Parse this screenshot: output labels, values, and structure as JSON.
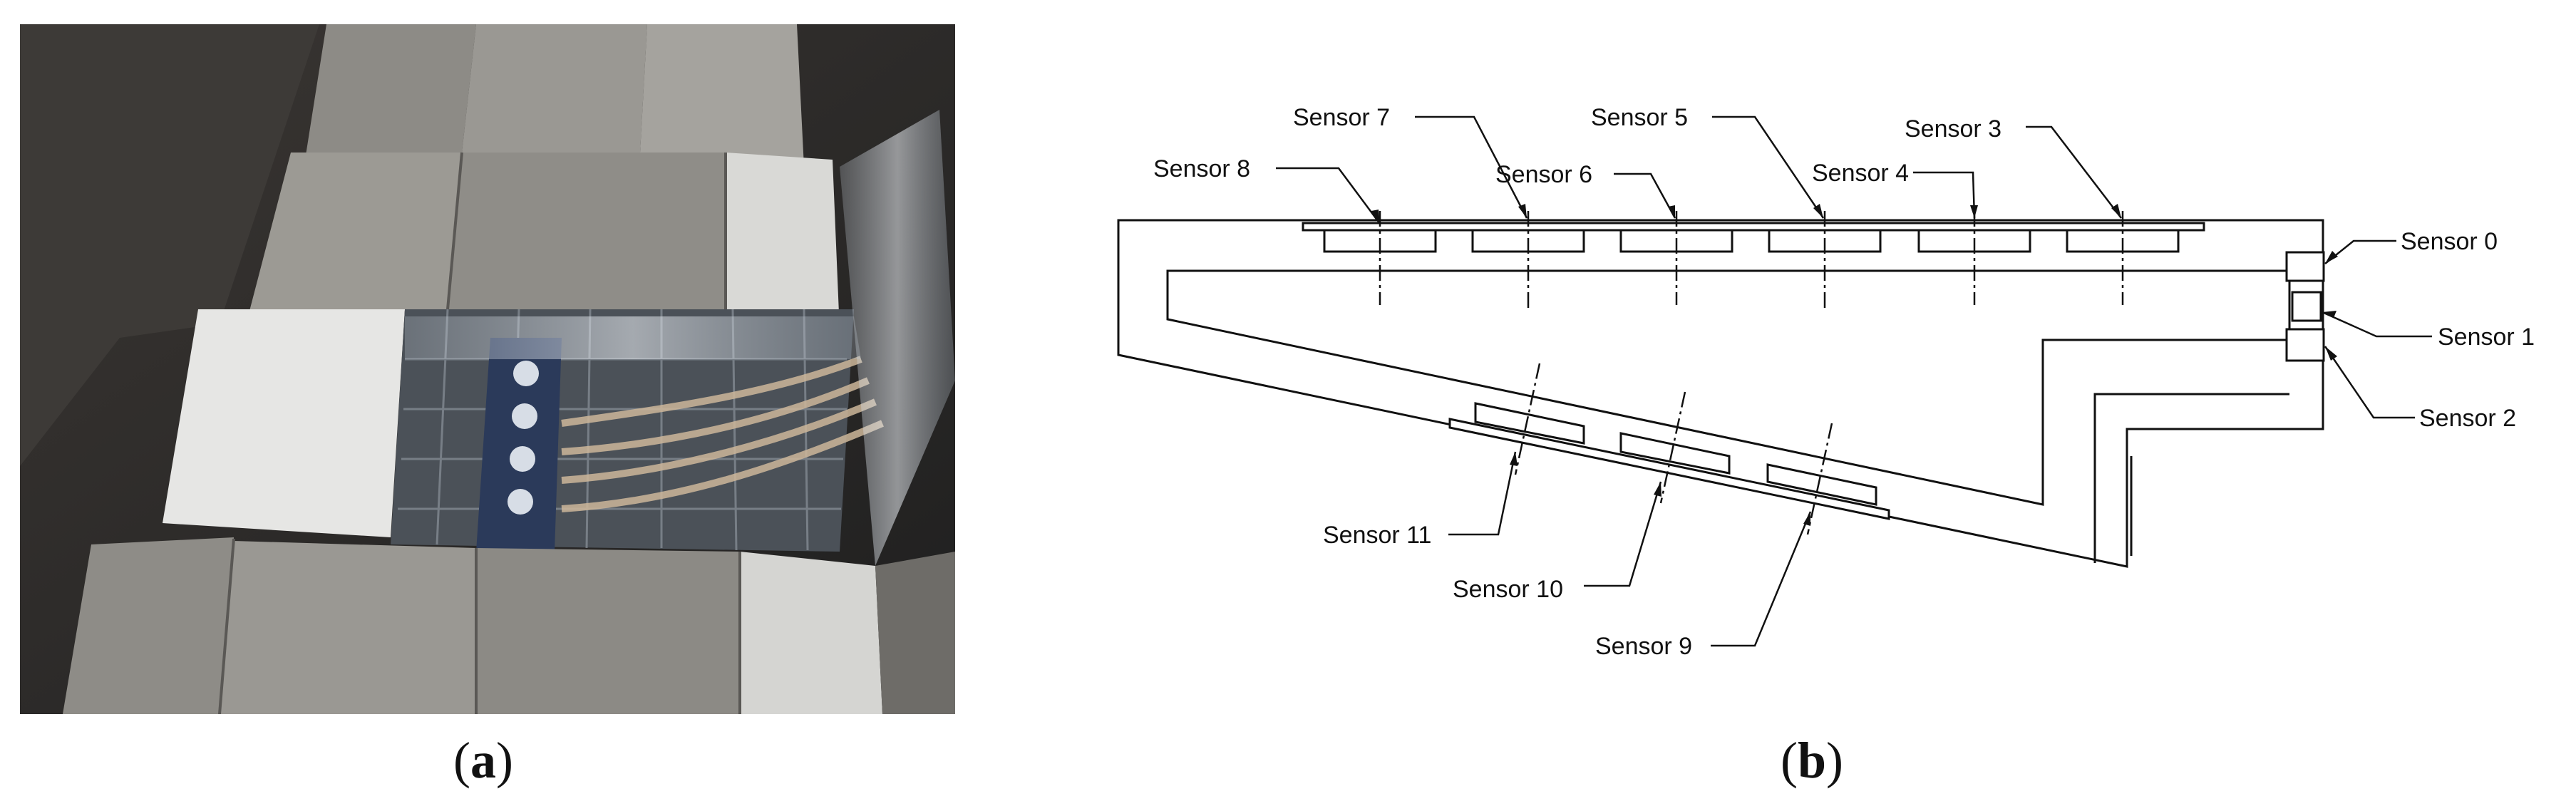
{
  "panels": {
    "a": {
      "caption_open": "(",
      "caption_letter": "a",
      "caption_close": ")"
    },
    "b": {
      "caption_open": "(",
      "caption_letter": "b",
      "caption_close": ")"
    }
  },
  "sensors": {
    "s0": "Sensor 0",
    "s1": "Sensor 1",
    "s2": "Sensor 2",
    "s3": "Sensor 3",
    "s4": "Sensor 4",
    "s5": "Sensor 5",
    "s6": "Sensor 6",
    "s7": "Sensor 7",
    "s8": "Sensor 8",
    "s9": "Sensor 9",
    "s10": "Sensor 10",
    "s11": "Sensor 11"
  }
}
